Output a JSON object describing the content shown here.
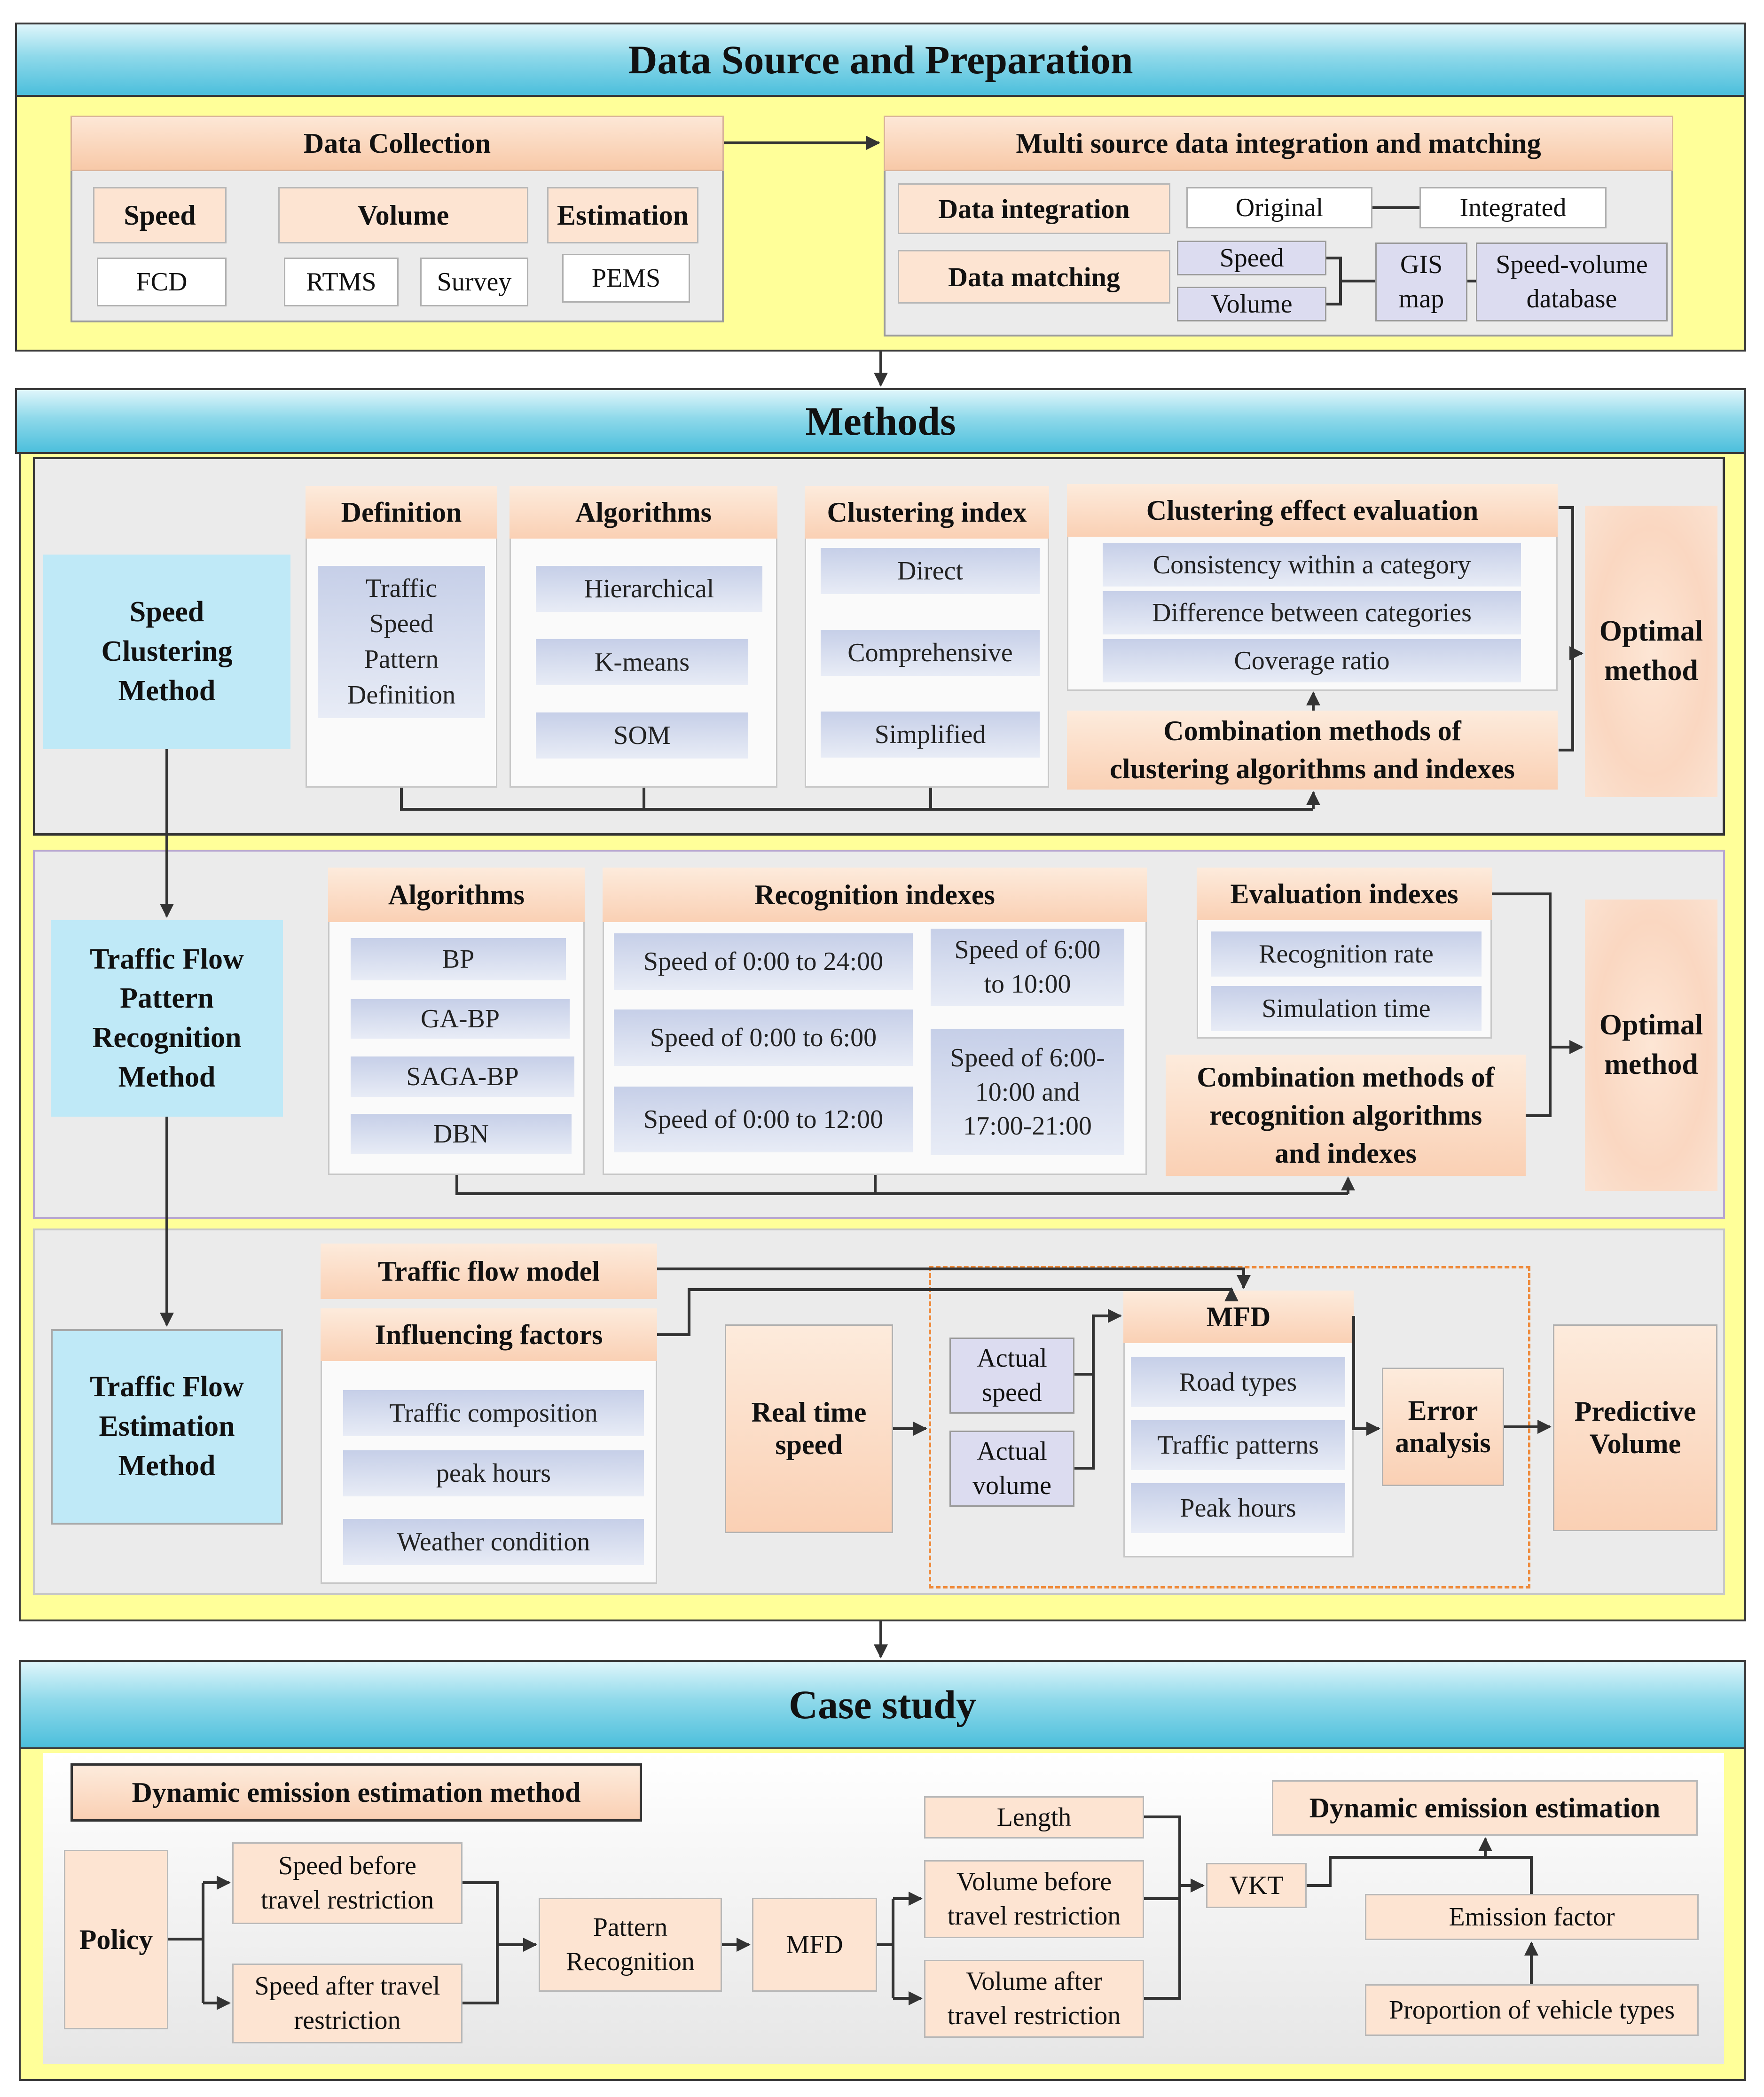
{
  "section1": {
    "title": "Data Source and Preparation",
    "data_collection": {
      "header": "Data Collection",
      "speed": "Speed",
      "volume": "Volume",
      "estimation": "Estimation",
      "fcd": "FCD",
      "rtms": "RTMS",
      "survey": "Survey",
      "pems": "PEMS"
    },
    "integration": {
      "header": "Multi source data integration and matching",
      "data_integration": "Data integration",
      "original": "Original",
      "integrated": "Integrated",
      "data_matching": "Data  matching",
      "speed": "Speed",
      "volume": "Volume",
      "gis_1": "GIS",
      "gis_2": "map",
      "db_1": "Speed-volume",
      "db_2": "database"
    }
  },
  "section2": {
    "title": "Methods",
    "speed_clustering": {
      "method": [
        "Speed",
        "Clustering",
        "Method"
      ],
      "definition_header": "Definition",
      "definition": [
        "Traffic",
        "Speed",
        "Pattern",
        "Definition"
      ],
      "algorithms_header": "Algorithms",
      "algorithms": [
        "Hierarchical",
        "K-means",
        "SOM"
      ],
      "index_header": "Clustering index",
      "indexes": [
        "Direct",
        "Comprehensive",
        "Simplified"
      ],
      "evaluation_header": "Clustering effect evaluation",
      "evaluation": [
        "Consistency within a category",
        "Difference between categories",
        "Coverage ratio"
      ],
      "combination": [
        "Combination methods of",
        "clustering algorithms and indexes"
      ],
      "optimal": [
        "Optimal",
        "method"
      ]
    },
    "recognition": {
      "method": [
        "Traffic Flow",
        "Pattern",
        "Recognition",
        "Method"
      ],
      "algorithms_header": "Algorithms",
      "algorithms": [
        "BP",
        "GA-BP",
        "SAGA-BP",
        "DBN"
      ],
      "indexes_header": "Recognition indexes",
      "indexes_left": [
        "Speed of 0:00 to 24:00",
        "Speed of 0:00 to 6:00",
        "Speed of  0:00 to 12:00"
      ],
      "index_r1": [
        "Speed of 6:00",
        "to 10:00"
      ],
      "index_r2": [
        "Speed of 6:00-",
        "10:00 and",
        "17:00-21:00"
      ],
      "evaluation_header": "Evaluation indexes",
      "evaluation": [
        "Recognition rate",
        "Simulation time"
      ],
      "combination": [
        "Combination methods of",
        "recognition algorithms",
        "and indexes"
      ],
      "optimal": [
        "Optimal",
        "method"
      ]
    },
    "estimation": {
      "method": [
        "Traffic Flow",
        "Estimation",
        "Method"
      ],
      "traffic_flow_model": "Traffic flow model",
      "influencing_factors": "Influencing factors",
      "factors": [
        "Traffic composition",
        "peak hours",
        "Weather condition"
      ],
      "real_time_speed": [
        "Real time",
        "speed"
      ],
      "actual_speed": [
        "Actual",
        "speed"
      ],
      "actual_volume": [
        "Actual",
        "volume"
      ],
      "mfd_header": "MFD",
      "mfd_items": [
        "Road types",
        "Traffic patterns",
        "Peak hours"
      ],
      "error_analysis": [
        "Error",
        "analysis"
      ],
      "predictive_volume": [
        "Predictive",
        "Volume"
      ]
    }
  },
  "section3": {
    "title": "Case study",
    "method_label": "Dynamic emission estimation method",
    "policy": "Policy",
    "speed_before": [
      "Speed before",
      "travel restriction"
    ],
    "speed_after": [
      "Speed after travel",
      "restriction"
    ],
    "pattern_recognition": [
      "Pattern",
      "Recognition"
    ],
    "mfd": "MFD",
    "length": "Length",
    "volume_before": [
      "Volume before",
      "travel restriction"
    ],
    "volume_after": [
      "Volume  after",
      "travel restriction"
    ],
    "vkt": "VKT",
    "dynamic_emission": "Dynamic emission estimation",
    "emission_factor": "Emission factor",
    "proportion": "Proportion of vehicle types"
  }
}
